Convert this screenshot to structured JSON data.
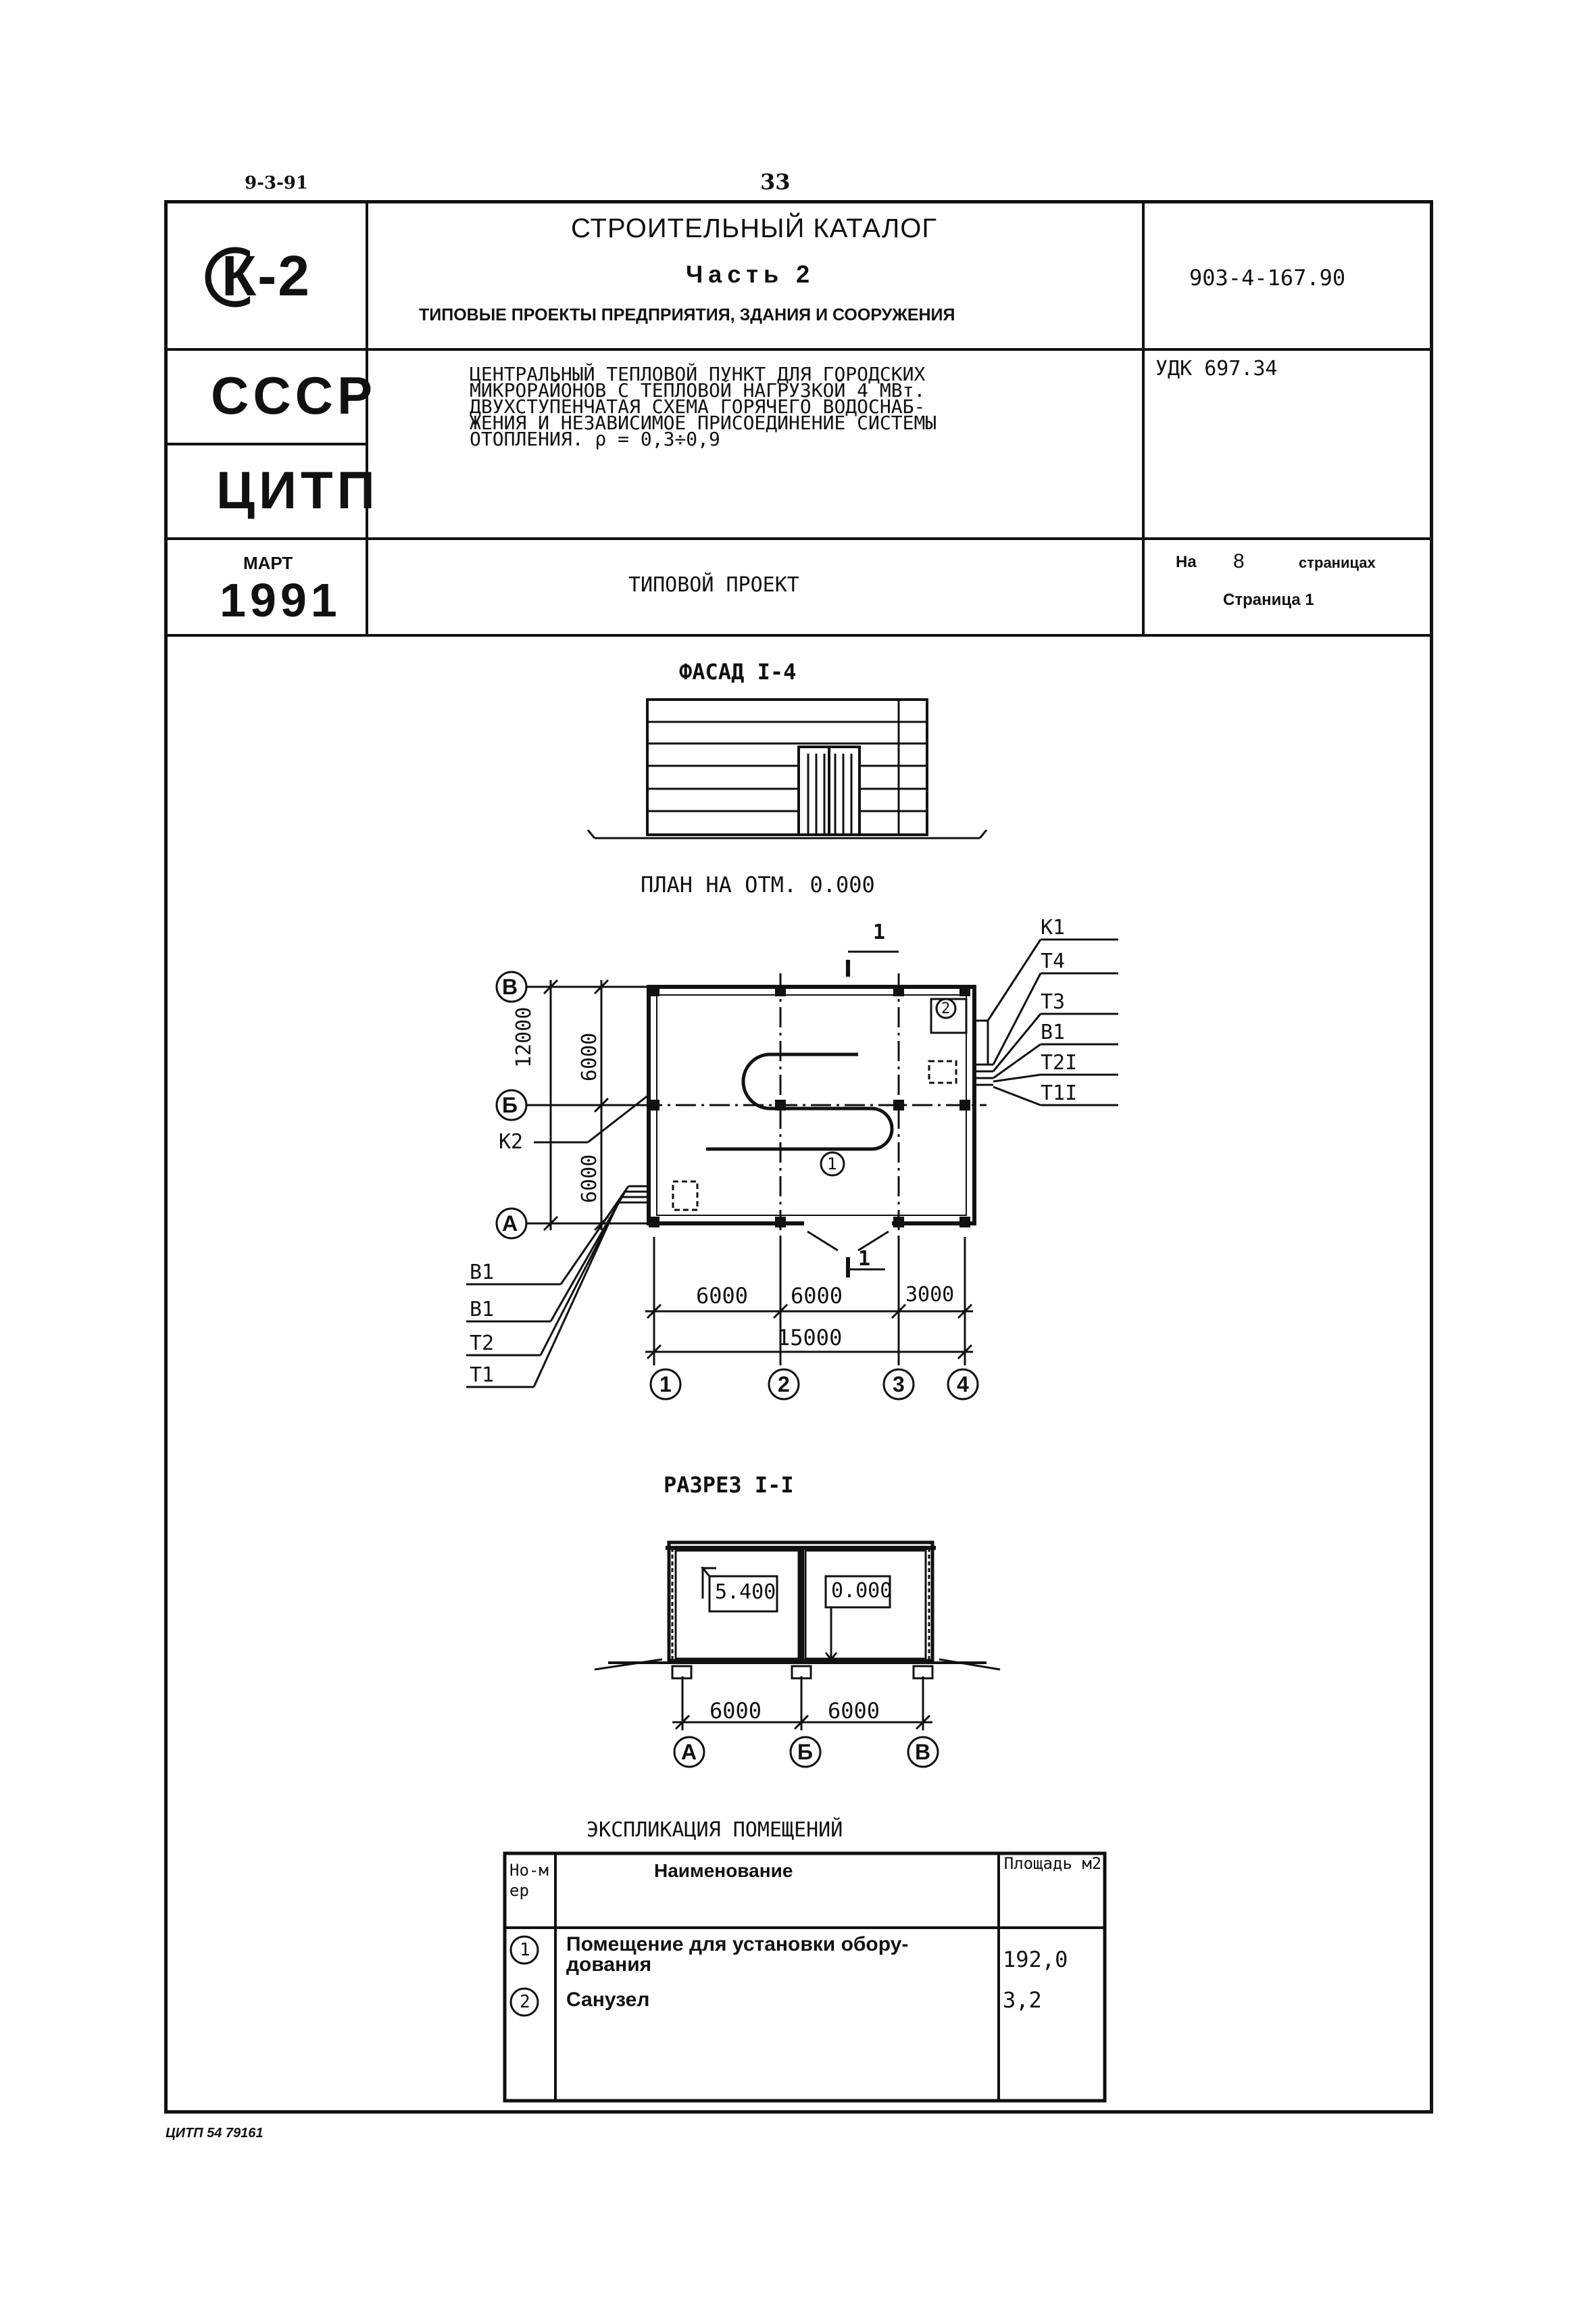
{
  "top": {
    "code": "9-3-91",
    "page_number": "33"
  },
  "header": {
    "logo_text": "К-2",
    "country": "СССР",
    "org": "ЦИТП",
    "month": "МАРТ",
    "year": "1991",
    "catalog_title": "СТРОИТЕЛЬНЫЙ КАТАЛОГ",
    "part": "Часть 2",
    "catalog_subtitle": "ТИПОВЫЕ ПРОЕКТЫ ПРЕДПРИЯТИЯ, ЗДАНИЯ И СООРУЖЕНИЯ",
    "project_code": "903-4-167.90",
    "udc": "УДК 697.34",
    "description_lines": [
      "ЦЕНТРАЛЬНЫЙ ТЕПЛОВОЙ ПУНКТ ДЛЯ ГОРОДСКИХ",
      "МИКРОРАЙОНОВ С ТЕПЛОВОЙ НАГРУЗКОЙ 4 МВт.",
      "ДВУХСТУПЕНЧАТАЯ СХЕМА ГОРЯЧЕГО ВОДОСНАБ-",
      "ЖЕНИЯ И НЕЗАВИСИМОЕ ПРИСОЕДИНЕНИЕ СИСТЕМЫ",
      "ОТОПЛЕНИЯ. ρ = 0,3÷0,9"
    ],
    "project_type": "ТИПОВОЙ ПРОЕКТ",
    "pages_prefix": "На",
    "pages_count": "8",
    "pages_suffix": "страницах",
    "page_label": "Страница 1"
  },
  "drawings": {
    "facade_title": "ФАСАД I-4",
    "plan_title": "ПЛАН НА ОТМ. 0.000",
    "section_title": "РАЗРЕЗ I-I",
    "plan_axes_letters": [
      "В",
      "Б",
      "А"
    ],
    "plan_axes_numbers": [
      "1",
      "2",
      "3",
      "4"
    ],
    "plan_dims_horizontal": [
      "6000",
      "6000",
      "3000"
    ],
    "plan_dim_total": "15000",
    "plan_dims_vertical": [
      "12000",
      "6000",
      "6000"
    ],
    "plan_section_mark": "1",
    "plan_room_marks": [
      "1",
      "2"
    ],
    "pipes_right": [
      "К1",
      "Т4",
      "Т3",
      "В1",
      "Т2I",
      "Т1I"
    ],
    "pipes_left": [
      "В1",
      "В1",
      "Т2",
      "Т1"
    ],
    "pipe_k2": "К2",
    "section_levels": [
      "5.400",
      "0.000"
    ],
    "section_dims": [
      "6000",
      "6000"
    ],
    "section_axes": [
      "А",
      "Б",
      "В"
    ]
  },
  "explication": {
    "title": "ЭКСПЛИКАЦИЯ ПОМЕЩЕНИЙ",
    "col_number": "Но-мер",
    "col_name": "Наименование",
    "col_area": "Площадь м2",
    "rows": [
      {
        "num": "1",
        "name_line1": "Помещение для установки обору-",
        "name_line2": "дования",
        "area": "192,0"
      },
      {
        "num": "2",
        "name_line1": "Санузел",
        "name_line2": "",
        "area": "3,2"
      }
    ]
  },
  "footer": {
    "stamp": "ЦИТП 54 79161"
  }
}
